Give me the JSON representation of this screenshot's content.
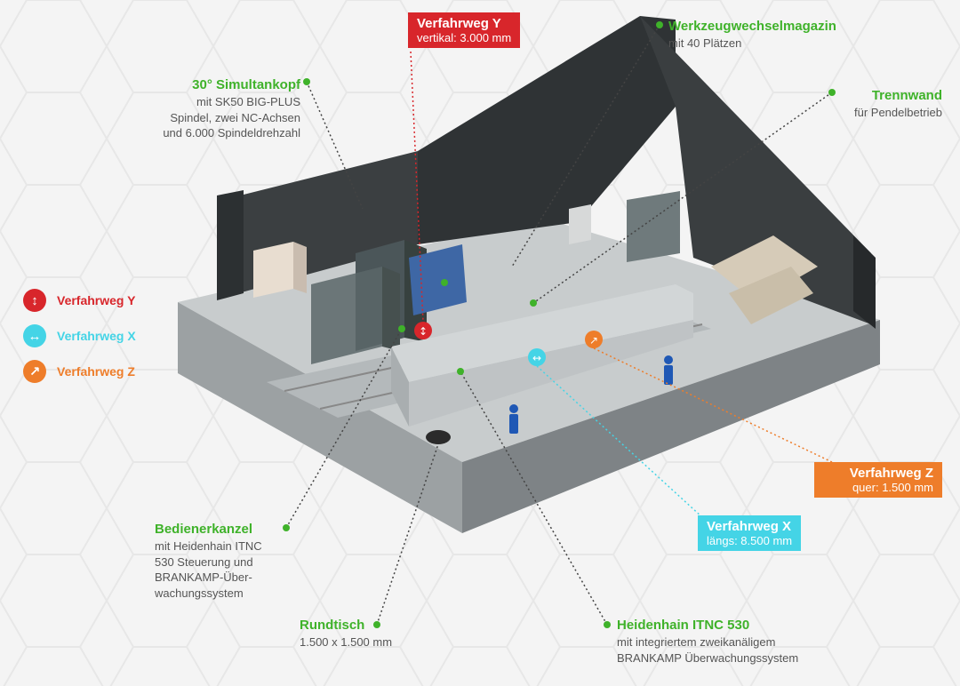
{
  "colors": {
    "green": "#3fb22a",
    "red": "#d8262b",
    "cyan": "#44d4e6",
    "orange": "#ee7d2a",
    "wall": "#3b3f41",
    "floor": "#bfc3c5"
  },
  "legend": [
    {
      "label": "Verfahrweg Y",
      "icon": "vertical-arrows-icon",
      "color": "#d8262b"
    },
    {
      "label": "Verfahrweg X",
      "icon": "horizontal-arrows-icon",
      "color": "#44d4e6"
    },
    {
      "label": "Verfahrweg Z",
      "icon": "diagonal-arrows-icon",
      "color": "#ee7d2a"
    }
  ],
  "callouts": {
    "simultankopf": {
      "title": "30° Simultankopf",
      "desc": "mit SK50 BIG-PLUS\nSpindel, zwei NC-Achsen\nund 6.000 Spindeldrehzahl"
    },
    "verfahrweg_y": {
      "title": "Verfahrweg Y",
      "desc": "vertikal: 3.000 mm"
    },
    "werkzeug": {
      "title": "Werkzeugwechselmagazin",
      "desc": "mit 40 Plätzen"
    },
    "trennwand": {
      "title": "Trennwand",
      "desc": "für Pendelbetrieb"
    },
    "verfahrweg_z": {
      "title": "Verfahrweg Z",
      "desc": "quer: 1.500 mm"
    },
    "verfahrweg_x": {
      "title": "Verfahrweg X",
      "desc": "längs: 8.500 mm"
    },
    "bedienerkanzel": {
      "title": "Bedienerkanzel",
      "desc": "mit Heidenhain ITNC\n530 Steuerung und\nBRANKAMP-Über-\nwachungssystem"
    },
    "rundtisch": {
      "title": "Rundtisch",
      "desc": "1.500 x 1.500 mm"
    },
    "heidenhain": {
      "title": "Heidenhain ITNC 530",
      "desc": "mit integriertem zweikanäligem\nBRANKAMP Überwachungssystem"
    }
  }
}
